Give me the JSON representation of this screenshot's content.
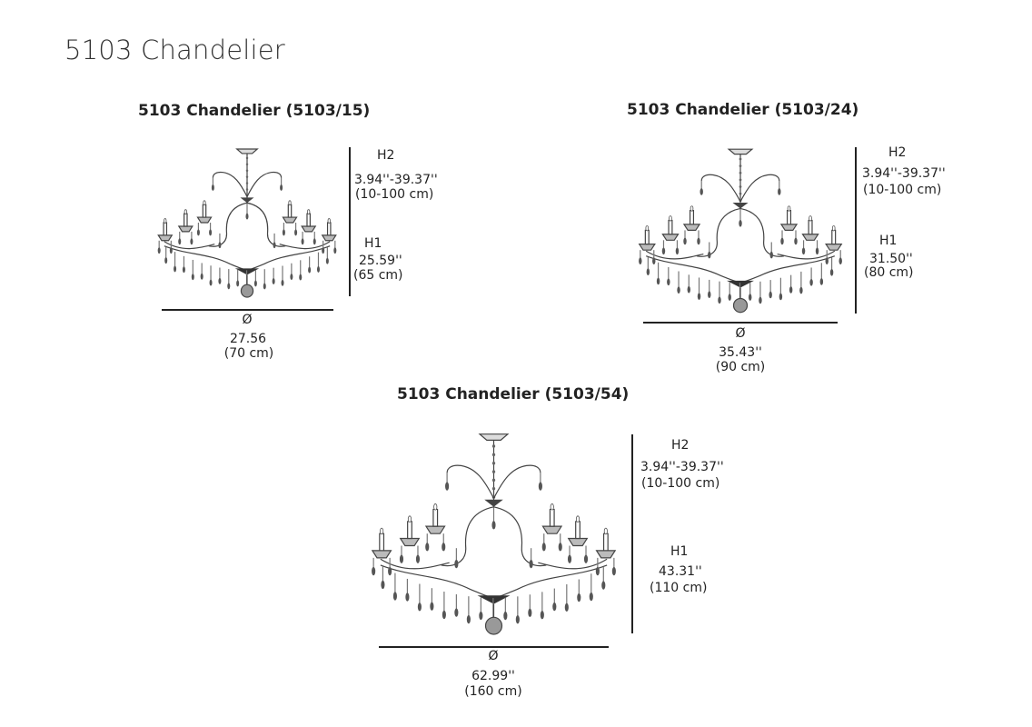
{
  "page_title": "5103 Chandelier",
  "diagrams": [
    {
      "title": "5103 Chandelier (5103/15)",
      "h2_label": "H2",
      "h2_in": "3.94''-39.37''",
      "h2_cm": "(10-100 cm)",
      "h1_label": "H1",
      "h1_in": "25.59''",
      "h1_cm": "(65 cm)",
      "diam_symbol": "Ø",
      "diam_in": "27.56",
      "diam_cm": "(70 cm)"
    },
    {
      "title": "5103 Chandelier (5103/24)",
      "h2_label": "H2",
      "h2_in": "3.94''-39.37''",
      "h2_cm": "(10-100 cm)",
      "h1_label": "H1",
      "h1_in": "31.50''",
      "h1_cm": "(80 cm)",
      "diam_symbol": "Ø",
      "diam_in": "35.43''",
      "diam_cm": "(90 cm)"
    },
    {
      "title": "5103 Chandelier (5103/54)",
      "h2_label": "H2",
      "h2_in": "3.94''-39.37''",
      "h2_cm": "(10-100 cm)",
      "h1_label": "H1",
      "h1_in": "43.31''",
      "h1_cm": "(110 cm)",
      "diam_symbol": "Ø",
      "diam_in": "62.99''",
      "diam_cm": "(160 cm)"
    }
  ]
}
